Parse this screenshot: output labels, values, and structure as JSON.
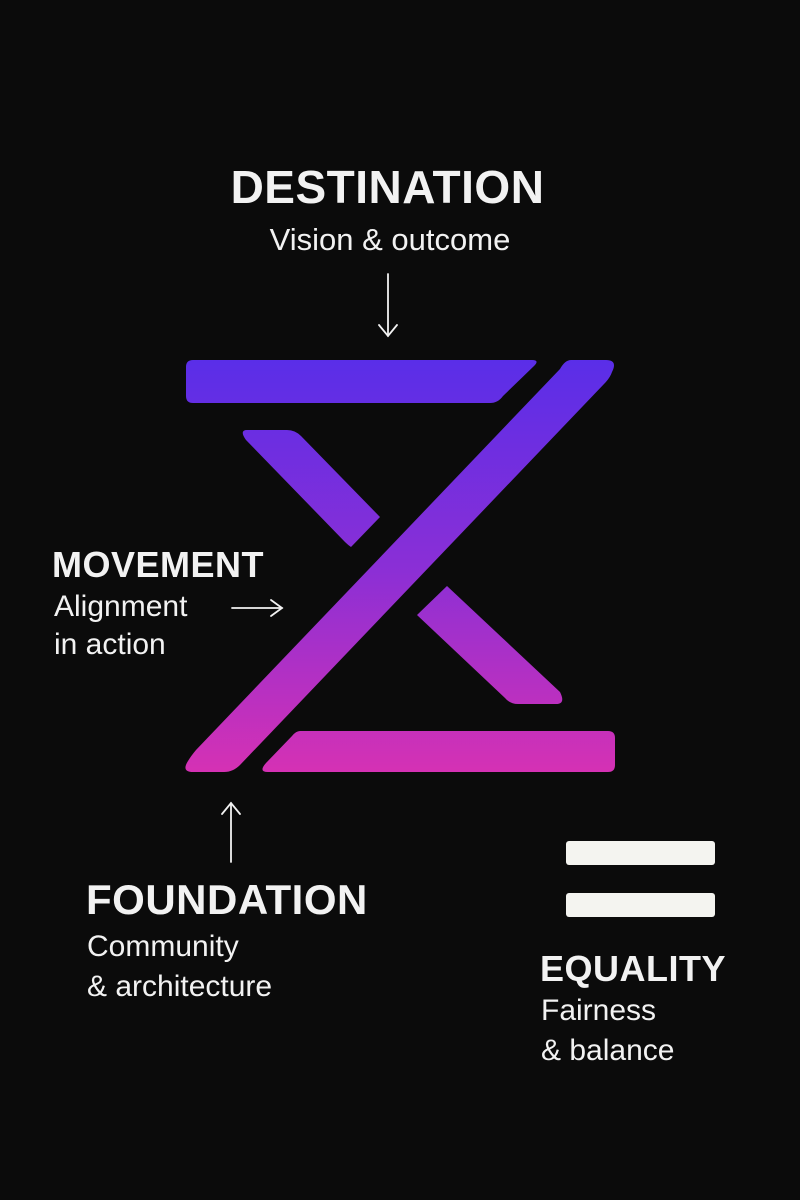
{
  "destination": {
    "title": "DESTINATION",
    "subtitle": "Vision & outcome"
  },
  "movement": {
    "title": "MOVEMENT",
    "subtitle_line1": "Alignment",
    "subtitle_line2": "in action"
  },
  "foundation": {
    "title": "FOUNDATION",
    "subtitle_line1": "Community",
    "subtitle_line2": "& architecture"
  },
  "equality": {
    "title": "EQUALITY",
    "subtitle_line1": "Fairness",
    "subtitle_line2": "& balance"
  },
  "icons": {
    "emblem": "hourglass-z-emblem-icon",
    "equals": "equals-sign-icon",
    "arrow_down": "arrow-down-icon",
    "arrow_right": "arrow-right-icon",
    "arrow_up": "arrow-up-icon"
  },
  "colors": {
    "background": "#0b0b0b",
    "text": "#f2f2f2",
    "gradient_top": "#5a2ee8",
    "gradient_mid": "#8a2fd6",
    "gradient_bottom": "#d531b4",
    "equals_bars": "#f4f4f0"
  }
}
